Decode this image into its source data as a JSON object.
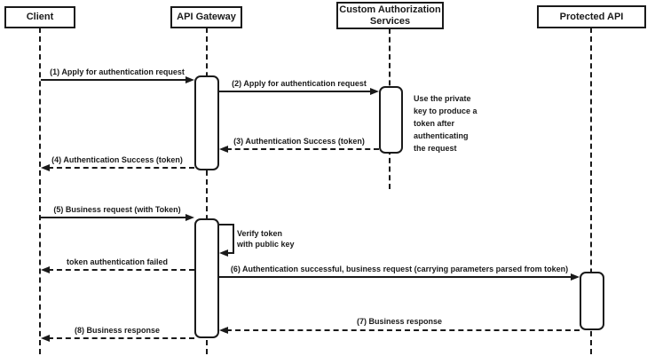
{
  "participants": [
    {
      "label": "Client"
    },
    {
      "label": "API Gateway"
    },
    {
      "label": "Custom Authorization\nServices"
    },
    {
      "label": "Protected API"
    }
  ],
  "messages": {
    "m1": {
      "label": "(1) Apply for authentication request",
      "from": "Client",
      "to": "API Gateway",
      "style": "solid"
    },
    "m2": {
      "label": "(2) Apply for authentication request",
      "from": "API Gateway",
      "to": "Custom Authorization Services",
      "style": "solid"
    },
    "m3": {
      "label": "(3) Authentication Success (token)",
      "from": "Custom Authorization Services",
      "to": "API Gateway",
      "style": "dashed"
    },
    "m4": {
      "label": "(4) Authentication Success (token)",
      "from": "API Gateway",
      "to": "Client",
      "style": "dashed"
    },
    "m5": {
      "label": "(5) Business request (with Token)",
      "from": "Client",
      "to": "API Gateway",
      "style": "solid"
    },
    "self": {
      "label": "Verify token\nwith public key",
      "from": "API Gateway",
      "to": "API Gateway",
      "style": "solid-self"
    },
    "fail": {
      "label": "token authentication failed",
      "from": "API Gateway",
      "to": "Client",
      "style": "dashed"
    },
    "m6": {
      "label": "(6) Authentication successful, business request (carrying parameters parsed from token)",
      "from": "API Gateway",
      "to": "Protected API",
      "style": "solid"
    },
    "m7": {
      "label": "(7) Business response",
      "from": "Protected API",
      "to": "API Gateway",
      "style": "dashed"
    },
    "m8": {
      "label": "(8) Business response",
      "from": "API Gateway",
      "to": "Client",
      "style": "dashed"
    }
  },
  "note": {
    "text": "Use the private\nkey to produce a\ntoken after\nauthenticating\nthe request"
  },
  "colors": {
    "stroke": "#1a1a1a",
    "background": "#ffffff",
    "shape_fill": "#ffffff"
  }
}
